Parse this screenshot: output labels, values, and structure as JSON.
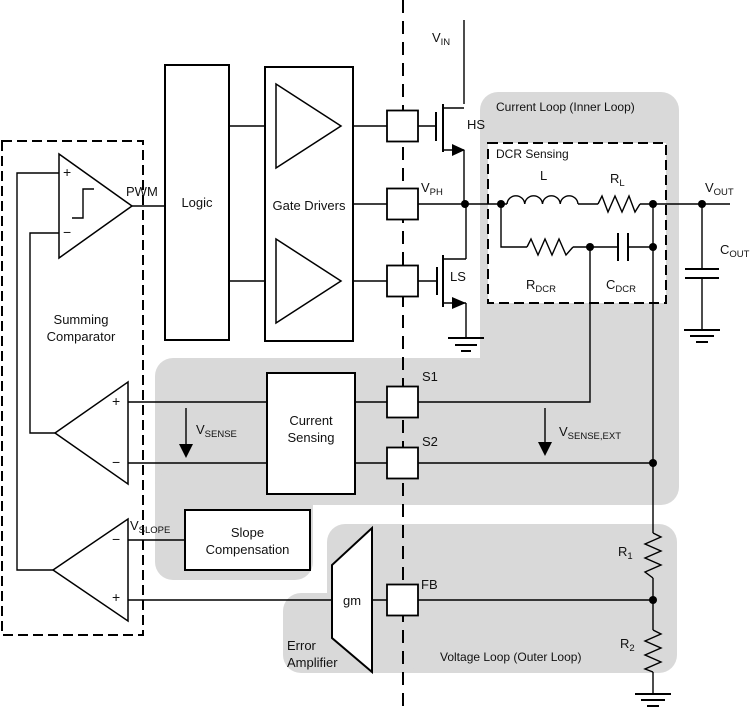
{
  "regions": {
    "current_loop": {
      "label": "Current Loop (Inner Loop)"
    },
    "voltage_loop": {
      "label": "Voltage Loop (Outer Loop)"
    },
    "dcr_sensing": {
      "label": "DCR Sensing"
    },
    "summing_comparator": {
      "line1": "Summing",
      "line2": "Comparator"
    }
  },
  "blocks": {
    "logic": {
      "label": "Logic"
    },
    "gate_drivers": {
      "label": "Gate Drivers"
    },
    "current_sensing": {
      "line1": "Current",
      "line2": "Sensing"
    },
    "slope_compensation": {
      "line1": "Slope",
      "line2": "Compensation"
    },
    "error_amplifier": {
      "line1": "Error",
      "line2": "Amplifier",
      "gm": "gm"
    }
  },
  "pins": {
    "s1": "S1",
    "s2": "S2",
    "fb": "FB"
  },
  "transistors": {
    "hs": "HS",
    "ls": "LS"
  },
  "signals": {
    "pwm": "PWM",
    "vin": {
      "base": "V",
      "sub": "IN"
    },
    "vph": {
      "base": "V",
      "sub": "PH"
    },
    "vout": {
      "base": "V",
      "sub": "OUT"
    },
    "vsense": {
      "base": "V",
      "sub": "SENSE"
    },
    "vsense_ext": {
      "base": "V",
      "sub": "SENSE,EXT"
    },
    "vslope": {
      "base": "V",
      "sub": "SLOPE"
    }
  },
  "components": {
    "l": {
      "label": "L"
    },
    "rl": {
      "base": "R",
      "sub": "L"
    },
    "rdcr": {
      "base": "R",
      "sub": "DCR"
    },
    "cdcr": {
      "base": "C",
      "sub": "DCR"
    },
    "cout": {
      "base": "C",
      "sub": "OUT"
    },
    "r1": {
      "base": "R",
      "sub": "1"
    },
    "r2": {
      "base": "R",
      "sub": "2"
    }
  },
  "amp_marks": {
    "plus": "+",
    "minus": "−"
  },
  "colors": {
    "region_fill": "#d9d9d9",
    "line": "#000000",
    "background": "#ffffff"
  }
}
